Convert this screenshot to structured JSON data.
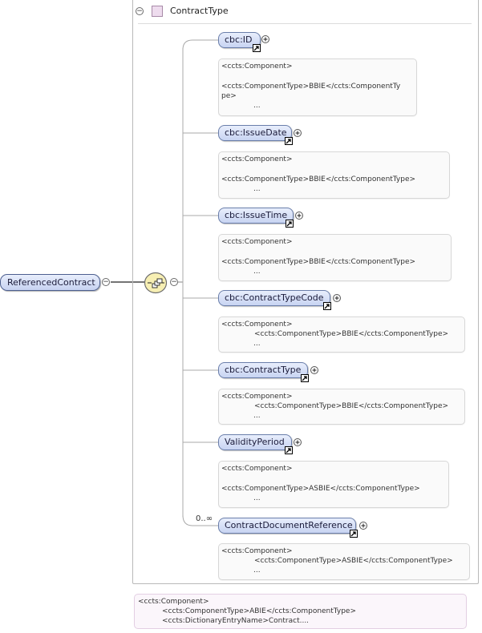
{
  "root": {
    "label": "ReferencedContract"
  },
  "type": {
    "name": "ContractType"
  },
  "children": [
    {
      "name": "cbc:ID",
      "annotation": [
        "<ccts:Component>",
        "",
        "<ccts:ComponentType>BBIE</ccts:ComponentTy",
        "pe>",
        "..."
      ]
    },
    {
      "name": "cbc:IssueDate",
      "annotation": [
        "<ccts:Component>",
        "",
        "<ccts:ComponentType>BBIE</ccts:ComponentType>",
        "..."
      ]
    },
    {
      "name": "cbc:IssueTime",
      "annotation": [
        "<ccts:Component>",
        "",
        "<ccts:ComponentType>BBIE</ccts:ComponentType>",
        "..."
      ]
    },
    {
      "name": "cbc:ContractTypeCode",
      "annotation": [
        "<ccts:Component>",
        "<ccts:ComponentType>BBIE</ccts:ComponentType>",
        "..."
      ]
    },
    {
      "name": "cbc:ContractType",
      "annotation": [
        "<ccts:Component>",
        "<ccts:ComponentType>BBIE</ccts:ComponentType>",
        "..."
      ]
    },
    {
      "name": "ValidityPeriod",
      "annotation": [
        "<ccts:Component>",
        "",
        "<ccts:ComponentType>ASBIE</ccts:ComponentType>",
        "..."
      ]
    },
    {
      "name": "ContractDocumentReference",
      "occurrence": "0..∞",
      "annotation": [
        "<ccts:Component>",
        "<ccts:ComponentType>ASBIE</ccts:ComponentType>",
        "..."
      ]
    }
  ],
  "type_annotation": [
    "<ccts:Component>",
    "<ccts:ComponentType>ABIE</ccts:ComponentType>",
    "<ccts:DictionaryEntryName>Contract...."
  ],
  "colors": {
    "element_fill": "#c8d4f2",
    "element_border": "#6a7eaa",
    "type_icon": "#eedcee",
    "sequence_fill": "#f7efb3"
  },
  "icons": [
    "collapse-icon",
    "type-icon",
    "sequence-icon",
    "reference-link-icon",
    "expand-icon"
  ]
}
